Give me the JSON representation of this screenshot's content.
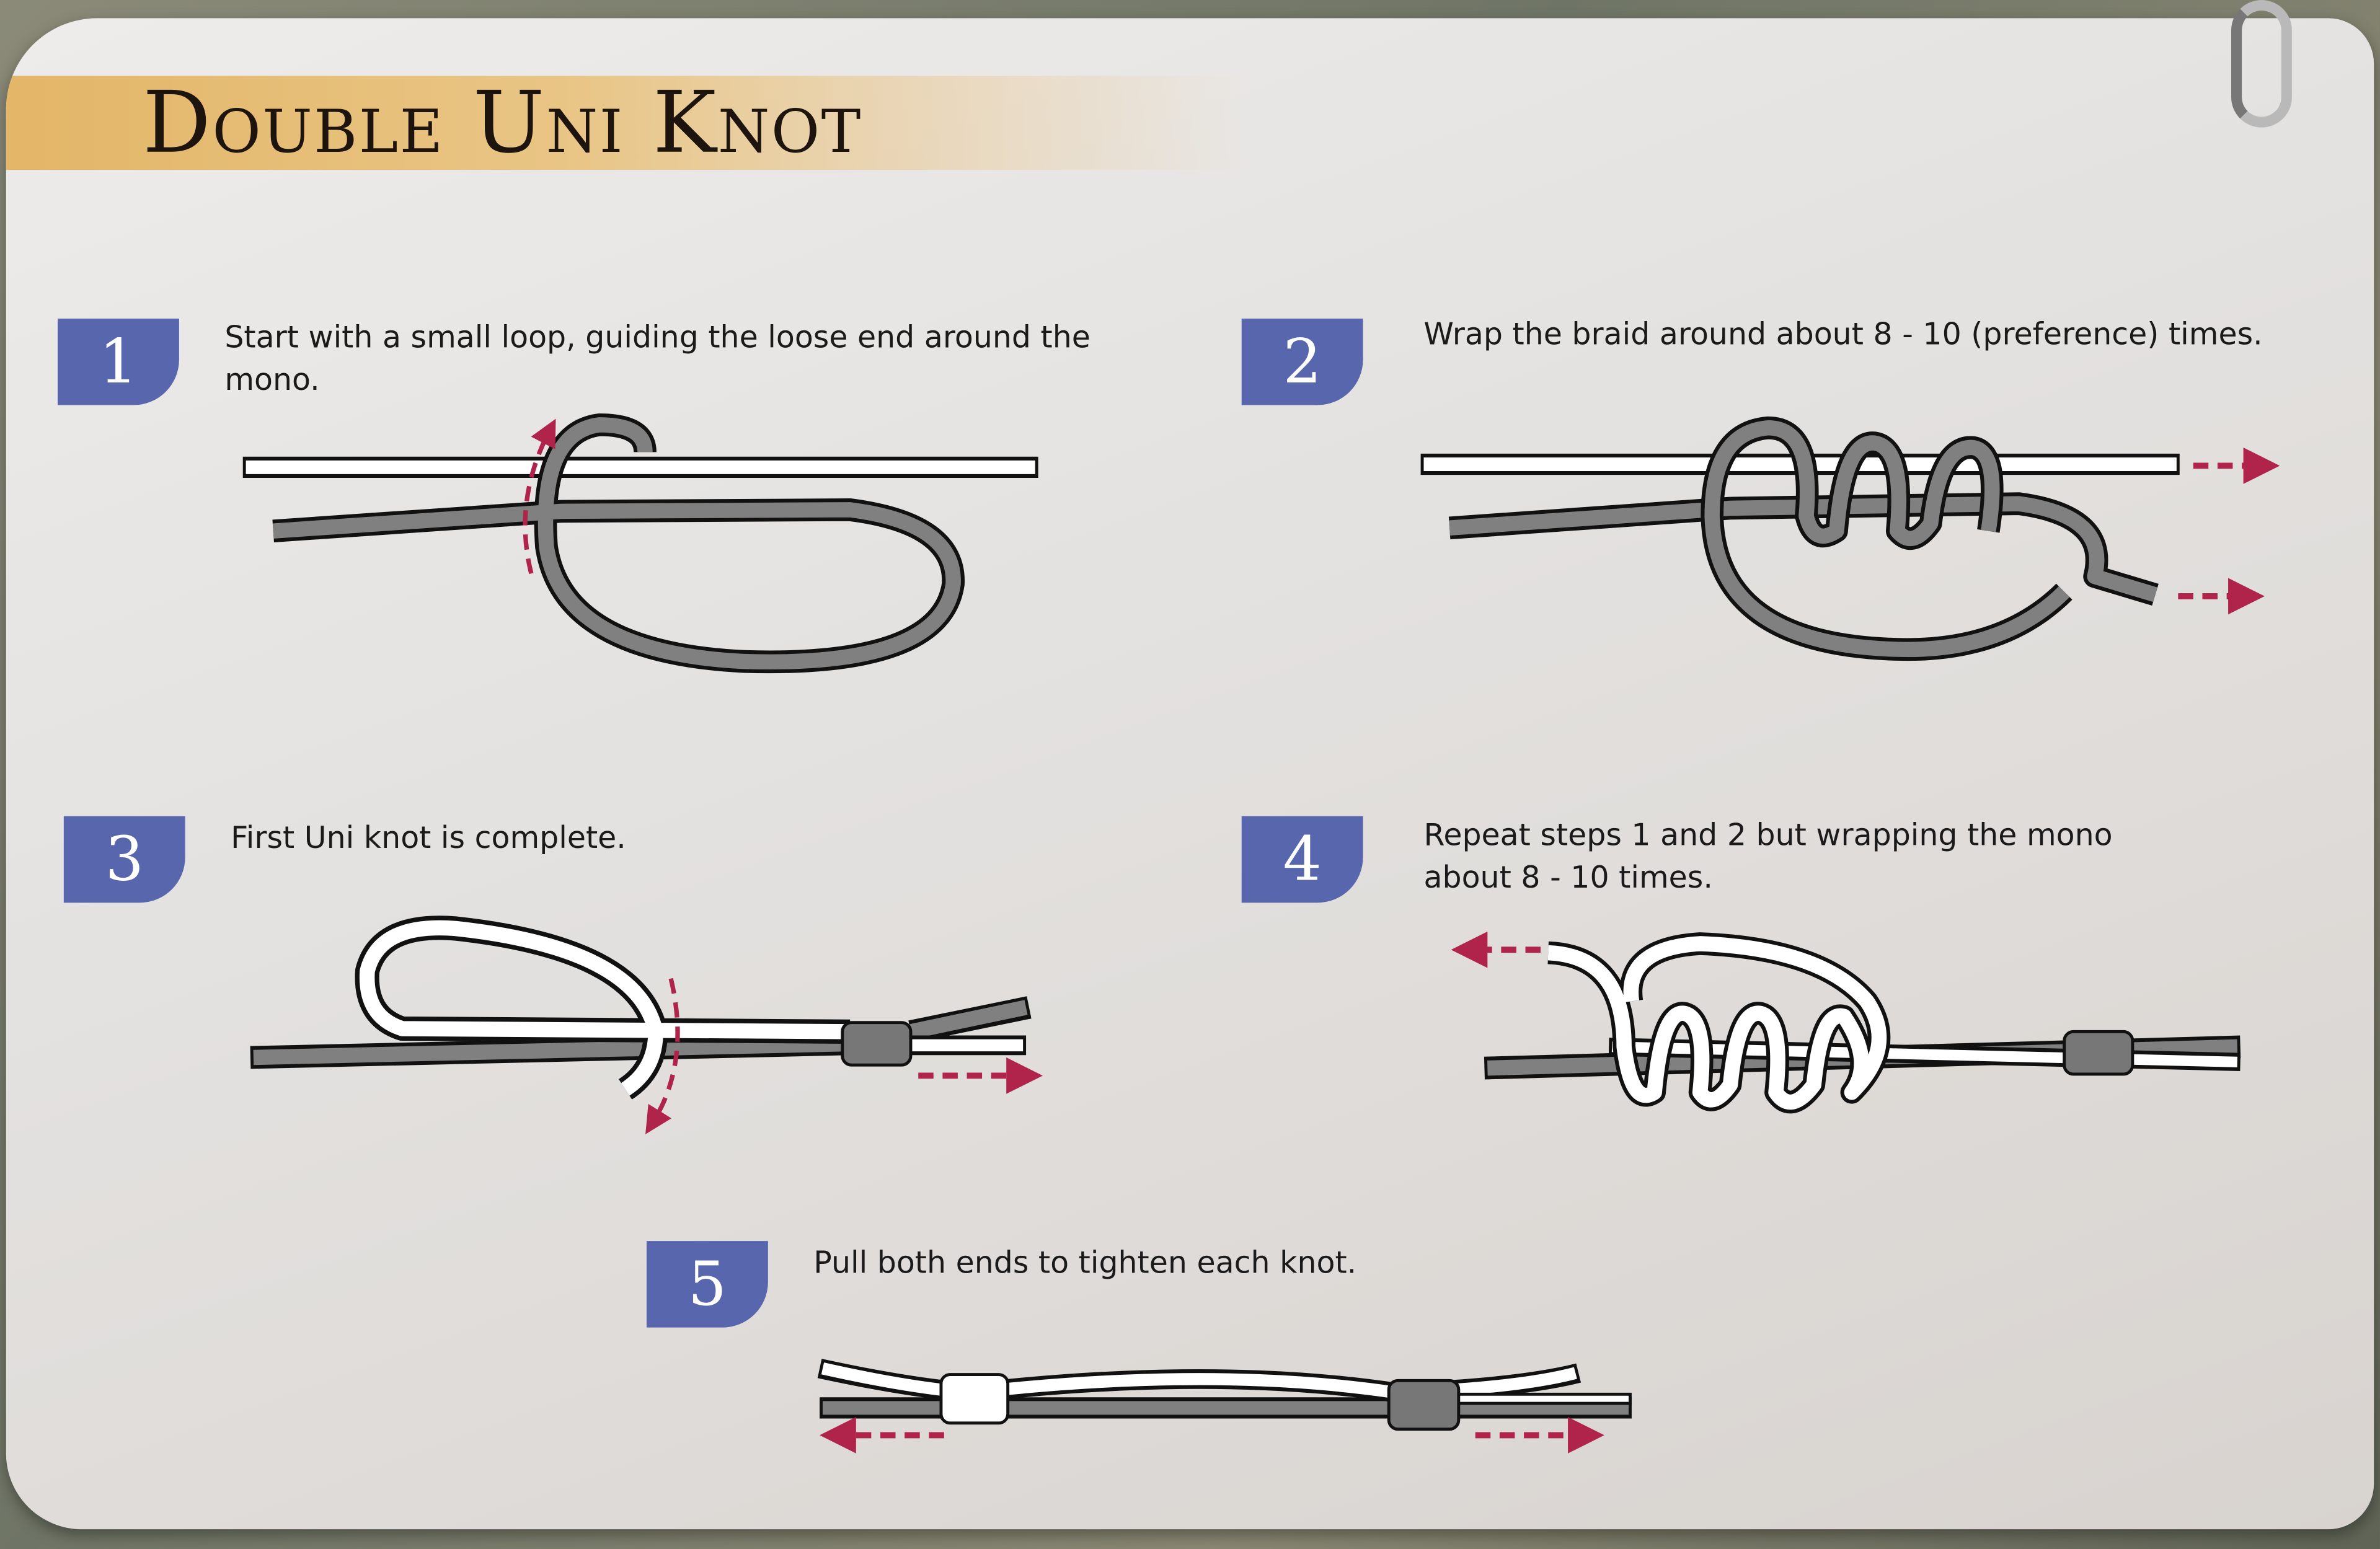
{
  "title": "Double Uni Knot",
  "steps": [
    {
      "number": "1",
      "text": "Start with a small loop, guiding the loose end around the mono."
    },
    {
      "number": "2",
      "text": "Wrap the braid around about 8 - 10 (preference) times."
    },
    {
      "number": "3",
      "text": "First Uni knot is complete."
    },
    {
      "number": "4",
      "text": "Repeat steps 1 and 2 but wrapping the mono about 8 - 10 times."
    },
    {
      "number": "5",
      "text": "Pull both ends to tighten each knot."
    }
  ],
  "colors": {
    "badge": "#5766ad",
    "arrow": "#b0234a",
    "braid": "#7f7f7f",
    "mono": "#ffffff",
    "band": "#e3b668"
  }
}
